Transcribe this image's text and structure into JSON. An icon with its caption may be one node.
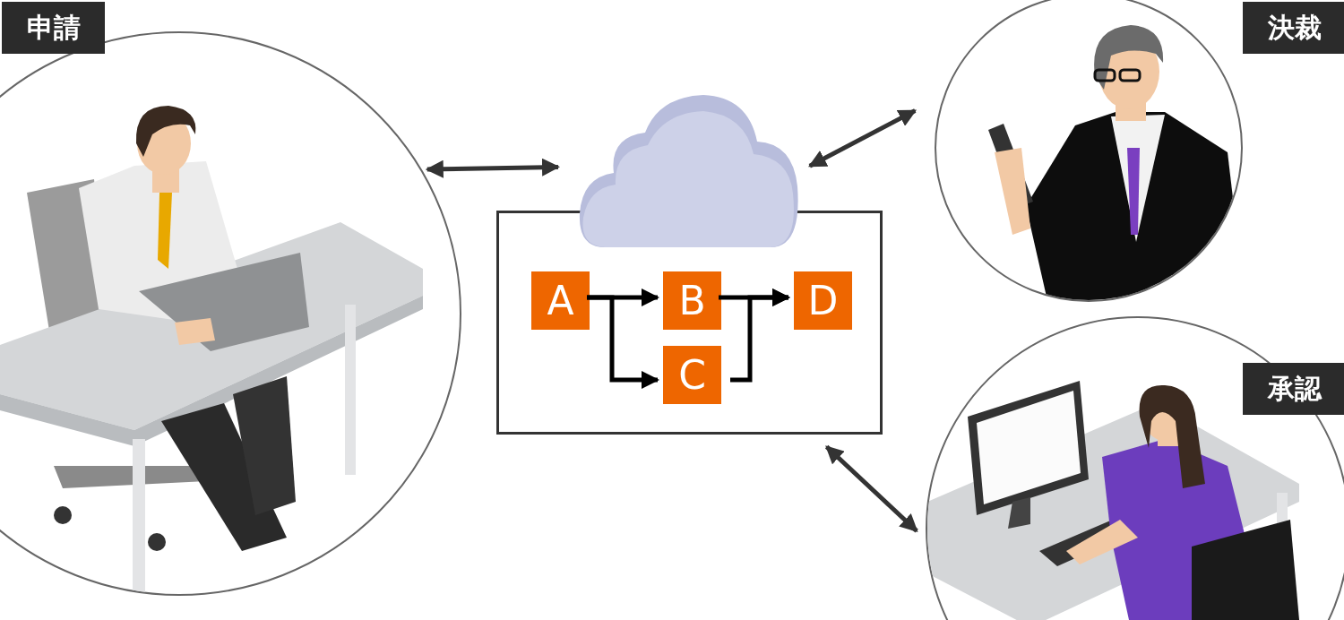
{
  "diagram": {
    "nodes": [
      {
        "text": [
          "申請"
        ]
      },
      {
        "text": [],
        "shape": "cloud"
      },
      {
        "text": [],
        "shape": "box"
      },
      {
        "text": [
          "A"
        ],
        "in": 2
      },
      {
        "text": [
          "B"
        ],
        "in": 2
      },
      {
        "text": [
          "C"
        ],
        "in": 2
      },
      {
        "text": [
          "D"
        ],
        "in": 2
      },
      {
        "text": [
          "決裁"
        ]
      },
      {
        "text": [
          "承認"
        ]
      }
    ],
    "edges": [
      {
        "from": 0,
        "to": 1,
        "arrow": "both",
        "color": "#333333"
      },
      {
        "from": 1,
        "to": 7,
        "arrow": "both",
        "color": "#333333"
      },
      {
        "from": 2,
        "to": 8,
        "arrow": "both",
        "color": "#333333"
      },
      {
        "from": 3,
        "to": 4,
        "arrow": "to"
      },
      {
        "from": 3,
        "to": 5,
        "arrow": "to"
      },
      {
        "from": 4,
        "to": 6,
        "arrow": "to"
      },
      {
        "from": 5,
        "to": 6,
        "arrow": "to"
      }
    ]
  }
}
